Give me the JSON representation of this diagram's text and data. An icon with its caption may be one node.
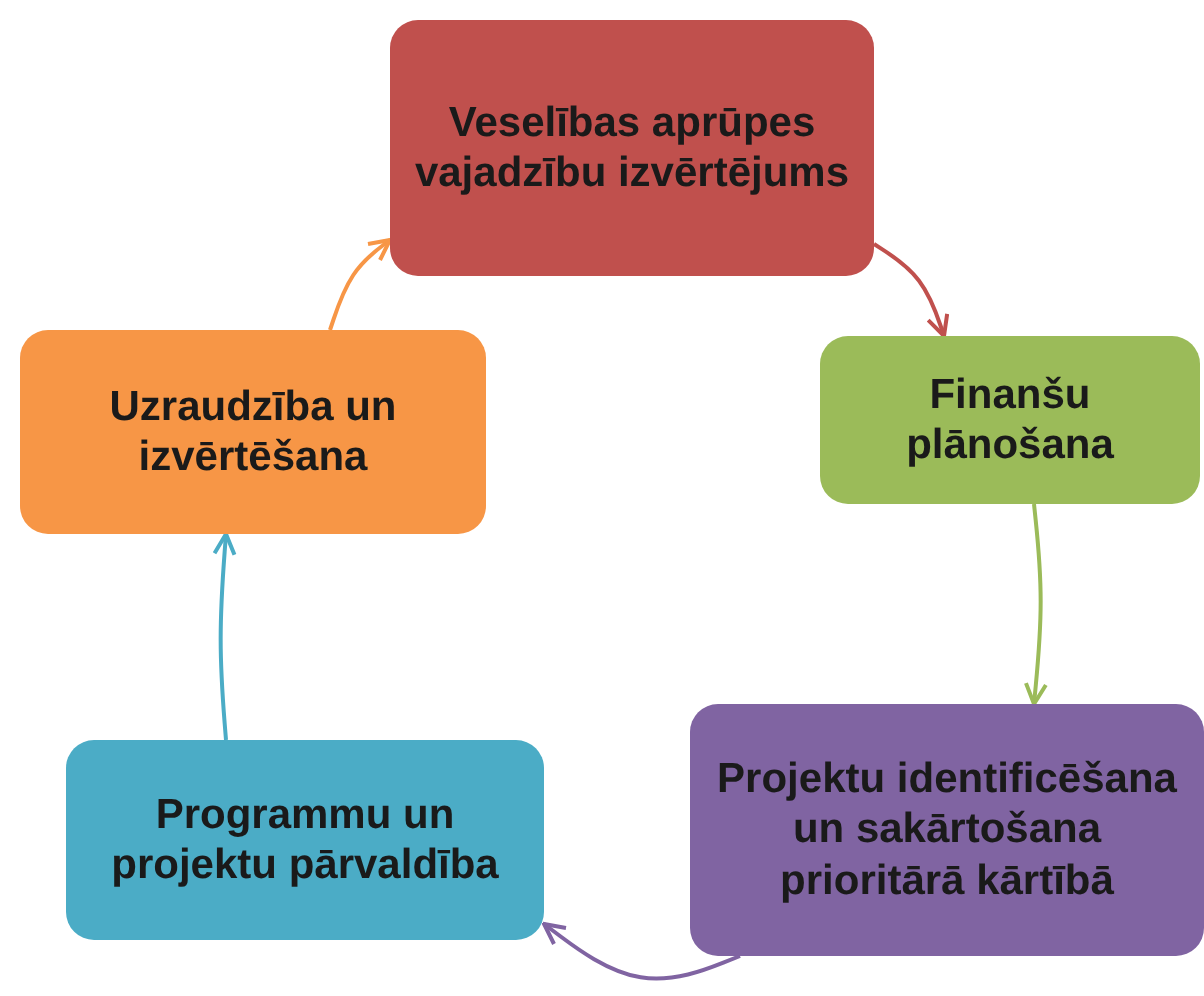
{
  "diagram": {
    "nodes": [
      {
        "text": [
          "Veselības aprūpes vajadzību izvērtējums"
        ]
      },
      {
        "text": [
          "Finanšu plānošana"
        ]
      },
      {
        "text": [
          "Projektu identificēšana un sakārtošana prioritārā kārtībā"
        ]
      },
      {
        "text": [
          "Programmu un projektu pārvaldība"
        ]
      },
      {
        "text": [
          "Uzraudzība un izvērtēšana"
        ]
      }
    ],
    "edges": [
      {
        "from": 0,
        "to": 1,
        "arrow": "to",
        "color": "#c0504d"
      },
      {
        "from": 1,
        "to": 2,
        "arrow": "to",
        "color": "#9bbb59"
      },
      {
        "from": 2,
        "to": 3,
        "arrow": "to",
        "color": "#8064a2"
      },
      {
        "from": 3,
        "to": 4,
        "arrow": "to",
        "color": "#4bacc6"
      },
      {
        "from": 4,
        "to": 0,
        "arrow": "to",
        "color": "#f79646"
      }
    ]
  }
}
